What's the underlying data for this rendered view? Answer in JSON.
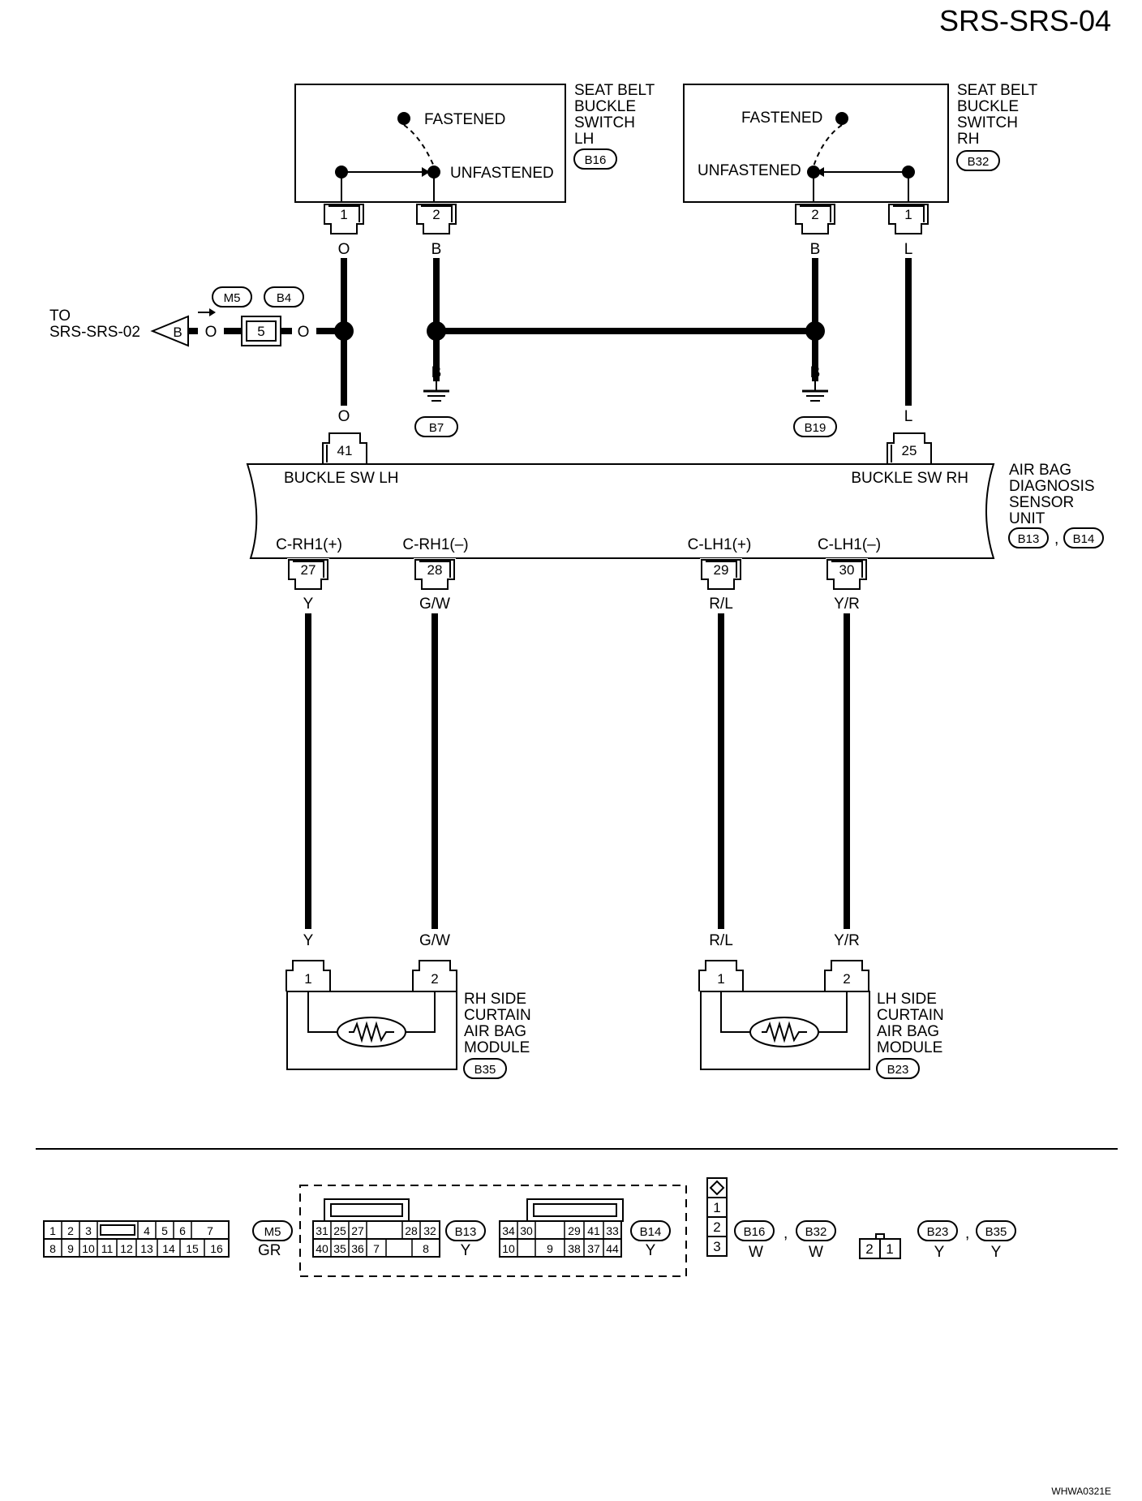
{
  "page_id": "SRS-SRS-04",
  "footer_code": "WHWA0321E",
  "components": {
    "lh_switch": {
      "lines": [
        "SEAT BELT",
        "BUCKLE",
        "SWITCH",
        "LH"
      ],
      "connector": "B16",
      "fastened": "FASTENED",
      "unfastened": "UNFASTENED",
      "pin1": "1",
      "pin2": "2"
    },
    "rh_switch": {
      "lines": [
        "SEAT BELT",
        "BUCKLE",
        "SWITCH",
        "RH"
      ],
      "connector": "B32",
      "fastened": "FASTENED",
      "unfastened": "UNFASTENED",
      "pin1": "1",
      "pin2": "2"
    },
    "sensor_unit": {
      "lines": [
        "AIR BAG",
        "DIAGNOSIS",
        "SENSOR",
        "UNIT"
      ],
      "connectors": [
        "B13",
        "B14"
      ],
      "sep": ",",
      "left_label": "BUCKLE SW LH",
      "right_label": "BUCKLE SW RH",
      "pins": [
        {
          "num": "41",
          "name": ""
        },
        {
          "num": "25",
          "name": ""
        },
        {
          "num": "27",
          "name": "C-RH1(+)"
        },
        {
          "num": "28",
          "name": "C-RH1(–)"
        },
        {
          "num": "29",
          "name": "C-LH1(+)"
        },
        {
          "num": "30",
          "name": "C-LH1(–)"
        }
      ]
    },
    "rh_curtain": {
      "lines": [
        "RH SIDE",
        "CURTAIN",
        "AIR BAG",
        "MODULE"
      ],
      "connector": "B35",
      "pin1": "1",
      "pin2": "2"
    },
    "lh_curtain": {
      "lines": [
        "LH SIDE",
        "CURTAIN",
        "AIR BAG",
        "MODULE"
      ],
      "connector": "B23",
      "pin1": "1",
      "pin2": "2"
    }
  },
  "wires": {
    "o": "O",
    "b": "B",
    "l": "L",
    "y": "Y",
    "gw": "G/W",
    "rl": "R/L",
    "yr": "Y/R"
  },
  "grounds": [
    "B7",
    "B19"
  ],
  "offpage": {
    "to_label": [
      "TO",
      "SRS-SRS-02"
    ],
    "arrow_letter": "B",
    "wire_left": "O",
    "wire_right": "O",
    "connector_pin": "5",
    "connectors": [
      "M5",
      "B4"
    ]
  },
  "connector_views": {
    "m5": {
      "id": "M5",
      "color": "GR",
      "row1": [
        "1",
        "2",
        "3",
        "",
        "4",
        "5",
        "6",
        "7"
      ],
      "row2": [
        "8",
        "9",
        "10",
        "11",
        "12",
        "13",
        "14",
        "15",
        "16"
      ]
    },
    "b13": {
      "id": "B13",
      "color": "Y",
      "row1": [
        "31",
        "25",
        "27",
        "",
        "28",
        "32"
      ],
      "row2": [
        "40",
        "35",
        "36",
        "7",
        "",
        "8"
      ]
    },
    "b14": {
      "id": "B14",
      "color": "Y",
      "row1": [
        "34",
        "30",
        "",
        "29",
        "41",
        "33"
      ],
      "row2": [
        "10",
        "",
        "9",
        "38",
        "37",
        "44"
      ]
    },
    "b16b32": {
      "pins": [
        "1",
        "2",
        "3"
      ],
      "ids": [
        "B16",
        "B32"
      ],
      "colors": [
        "W",
        "W"
      ],
      "sep": ","
    },
    "b23b35": {
      "pins": [
        "2",
        "1"
      ],
      "ids": [
        "B23",
        "B35"
      ],
      "colors": [
        "Y",
        "Y"
      ],
      "sep": ","
    }
  }
}
